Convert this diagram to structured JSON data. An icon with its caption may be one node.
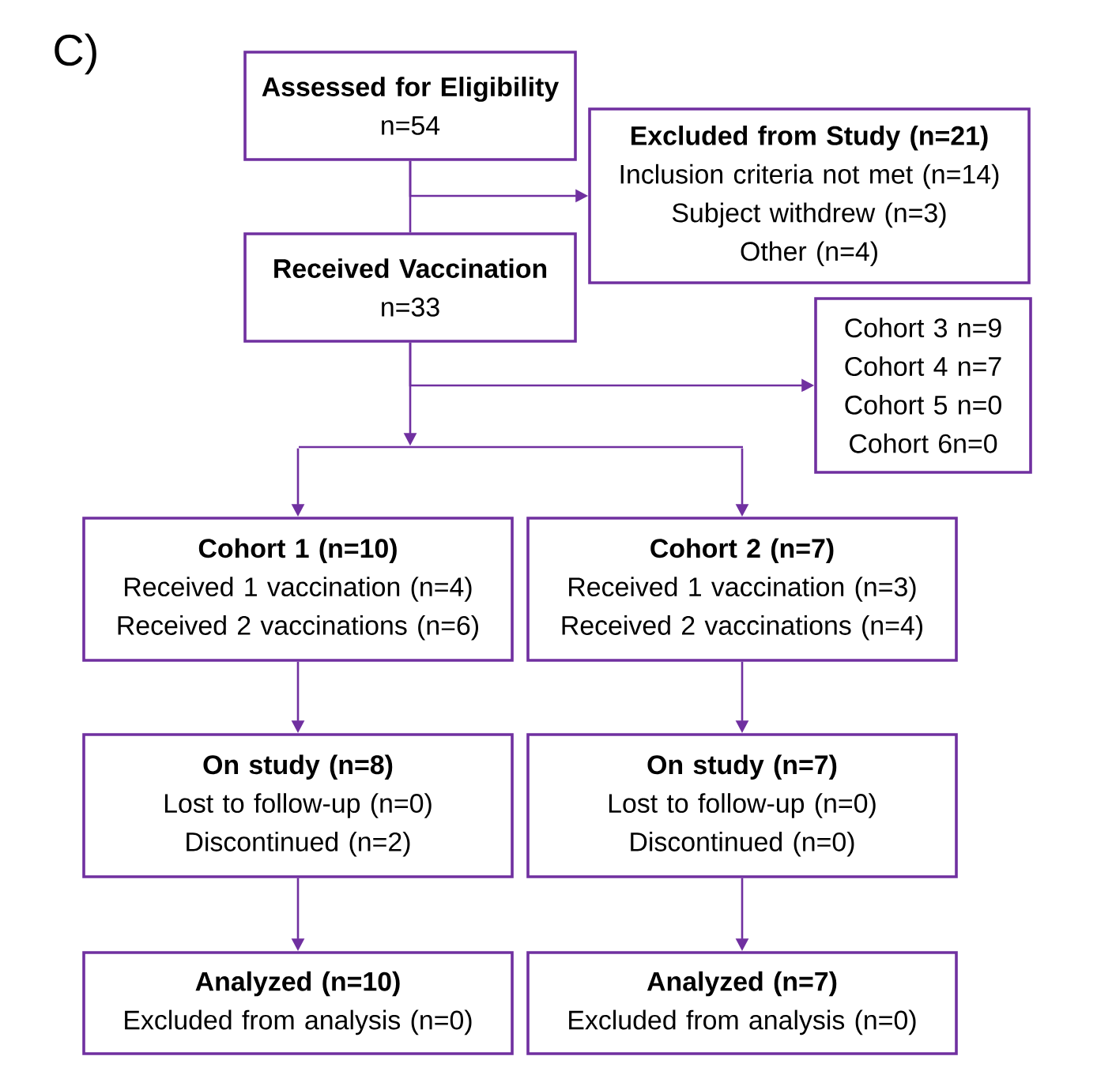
{
  "diagram": {
    "nodes": [
      {
        "text": [
          "Assessed for Eligibility",
          "n=54"
        ]
      },
      {
        "text": [
          "Excluded from Study (n=21)",
          "Inclusion criteria not met (n=14)",
          "Subject withdrew (n=3)",
          "Other (n=4)"
        ]
      },
      {
        "text": [
          "Received Vaccination",
          "n=33"
        ]
      },
      {
        "text": [
          "Cohort 3 n=9",
          "Cohort 4 n=7",
          "Cohort 5 n=0",
          "Cohort 6n=0"
        ]
      },
      {
        "text": [],
        "shape": "bar"
      },
      {
        "text": [
          "Cohort 1 (n=10)",
          "Received 1 vaccination (n=4)",
          "Received 2 vaccinations (n=6)"
        ]
      },
      {
        "text": [
          "Cohort 2 (n=7)",
          "Received 1 vaccination (n=3)",
          "Received 2 vaccinations (n=4)"
        ]
      },
      {
        "text": [
          "On study (n=8)",
          "Lost to follow-up (n=0)",
          "Discontinued (n=2)"
        ]
      },
      {
        "text": [
          "On study (n=7)",
          "Lost to follow-up (n=0)",
          "Discontinued (n=0)"
        ]
      },
      {
        "text": [
          "Analyzed (n=10)",
          "Excluded from analysis (n=0)"
        ]
      },
      {
        "text": [
          "Analyzed (n=7)",
          "Excluded from analysis (n=0)"
        ]
      }
    ],
    "edges": [
      {
        "from": 0,
        "to": 2,
        "arrow": "none"
      },
      {
        "from": 0,
        "to": 1,
        "arrow": "to"
      },
      {
        "from": 2,
        "to": 3,
        "arrow": "to"
      },
      {
        "from": 2,
        "to": 4,
        "arrow": "to"
      },
      {
        "from": 4,
        "to": 5,
        "arrow": "to"
      },
      {
        "from": 4,
        "to": 6,
        "arrow": "to"
      },
      {
        "from": 5,
        "to": 7,
        "arrow": "to"
      },
      {
        "from": 6,
        "to": 8,
        "arrow": "to"
      },
      {
        "from": 7,
        "to": 9,
        "arrow": "to"
      },
      {
        "from": 8,
        "to": 10,
        "arrow": "to"
      }
    ],
    "labels": [
      "C)"
    ]
  }
}
